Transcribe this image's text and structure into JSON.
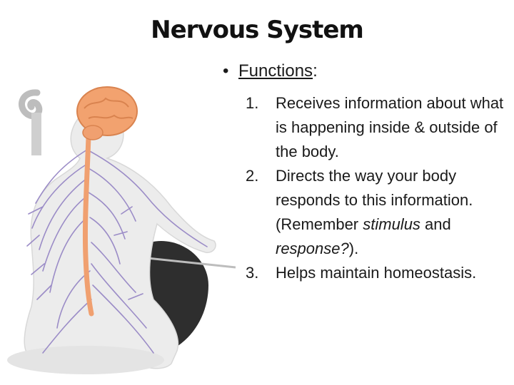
{
  "title": "Nervous System",
  "bullet": {
    "symbol": "•",
    "label": "Functions",
    "colon": ":"
  },
  "functions": [
    {
      "number": "1.",
      "text": "Receives information about what is happening inside & outside of the body."
    },
    {
      "number": "2.",
      "text_before": "Directs the way your body responds to this information. (Remember ",
      "term1": "stimulus",
      "text_mid": " and ",
      "term2": "response?",
      "text_after": ")."
    },
    {
      "number": "3.",
      "text": "Helps maintain homeostasis."
    }
  ],
  "illustration": {
    "icon": "cellist-nervous-system-figure",
    "nerve_color": "#9b8cc7",
    "spine_color": "#f0a070",
    "brain_color": "#f2a26f"
  }
}
